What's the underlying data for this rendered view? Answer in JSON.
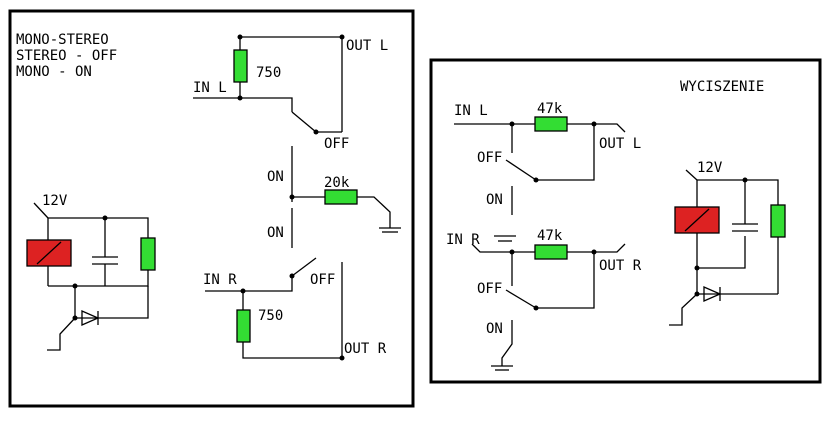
{
  "colors": {
    "resistor": "#33dd33",
    "relay": "#dd2222",
    "line": "#000000",
    "background": "#ffffff"
  },
  "left_panel": {
    "notes": [
      "MONO-STEREO",
      "STEREO - OFF",
      "MONO - ON"
    ],
    "supply": "12V",
    "in_l": "IN L",
    "in_r": "IN R",
    "out_l": "OUT L",
    "out_r": "OUT R",
    "r_top": "750",
    "r_bottom": "750",
    "r_mid": "20k",
    "off_top": "OFF",
    "off_bottom": "OFF",
    "on_top": "ON",
    "on_bottom": "ON"
  },
  "right_panel": {
    "title": "WYCISZENIE",
    "supply": "12V",
    "in_l": "IN L",
    "in_r": "IN R",
    "out_l": "OUT L",
    "out_r": "OUT R",
    "r_top": "47k",
    "r_bottom": "47k",
    "off_top": "OFF",
    "off_bottom": "OFF",
    "on_top": "ON",
    "on_bottom": "ON"
  }
}
